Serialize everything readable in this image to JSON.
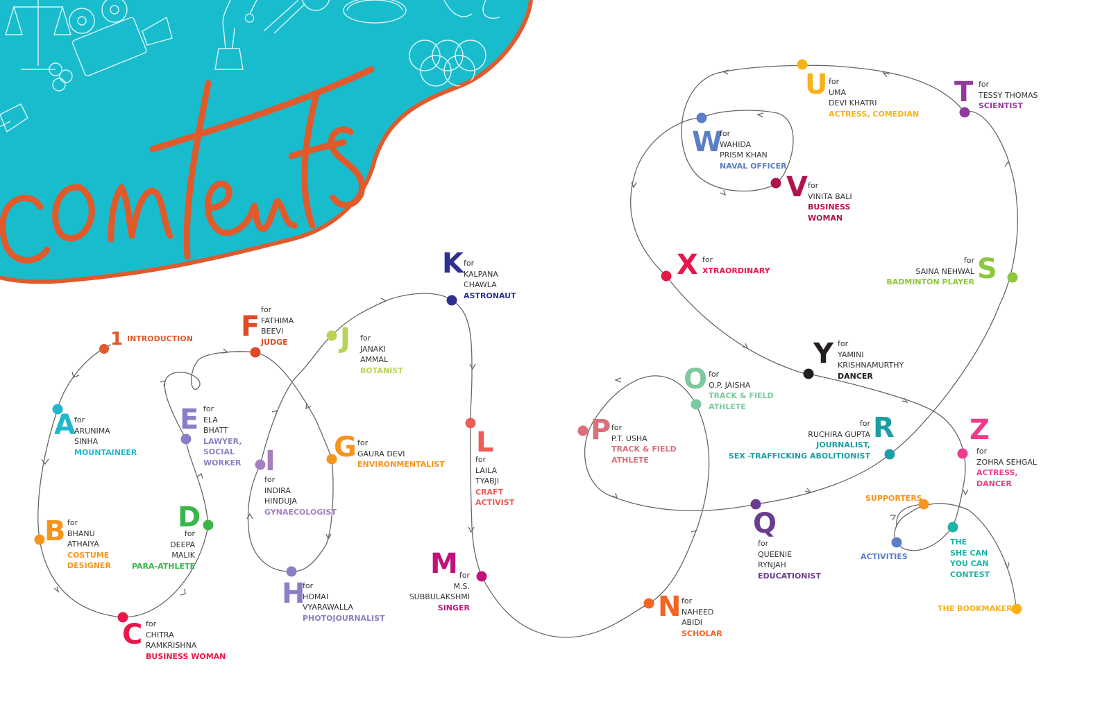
{
  "title": "contents",
  "intro": {
    "number": "1",
    "label": "INTRODUCTION",
    "color": "#e05a2b"
  },
  "entries": [
    {
      "letter": "A",
      "for": "for",
      "name": [
        "ARUNIMA",
        "SINHA"
      ],
      "role": [
        "MOUNTAINEER"
      ],
      "color": "#1fb8cc"
    },
    {
      "letter": "B",
      "for": "for",
      "name": [
        "BHANU",
        "ATHAIYA"
      ],
      "role": [
        "COSTUME",
        "DESIGNER"
      ],
      "color": "#f7941d"
    },
    {
      "letter": "C",
      "for": "for",
      "name": [
        "CHITRA",
        "RAMKRISHNA"
      ],
      "role": [
        "BUSINESS WOMAN"
      ],
      "color": "#e8174a"
    },
    {
      "letter": "D",
      "for": "for",
      "name": [
        "DEEPA",
        "MALIK"
      ],
      "role": [
        "PARA-ATHLETE"
      ],
      "color": "#3bb54a"
    },
    {
      "letter": "E",
      "for": "for",
      "name": [
        "ELA",
        "BHATT"
      ],
      "role": [
        "LAWYER,",
        "SOCIAL",
        "WORKER"
      ],
      "color": "#8a7fc4"
    },
    {
      "letter": "F",
      "for": "for",
      "name": [
        "FATHIMA",
        "BEEVI"
      ],
      "role": [
        "JUDGE"
      ],
      "color": "#e04a26"
    },
    {
      "letter": "G",
      "for": "for",
      "name": [
        "GAURA DEVI"
      ],
      "role": [
        "ENVIRONMENTALIST"
      ],
      "color": "#f7941d"
    },
    {
      "letter": "H",
      "for": "for",
      "name": [
        "HOMAI",
        "VYARAWALLA"
      ],
      "role": [
        "PHOTOJOURNALIST"
      ],
      "color": "#8a7fc4"
    },
    {
      "letter": "I",
      "for": "for",
      "name": [
        "INDIRA",
        "HINDUJA"
      ],
      "role": [
        "GYNAECOLOGIST"
      ],
      "color": "#a87fbe"
    },
    {
      "letter": "J",
      "for": "for",
      "name": [
        "JANAKI",
        "AMMAL"
      ],
      "role": [
        "BOTANIST"
      ],
      "color": "#b9d452"
    },
    {
      "letter": "K",
      "for": "for",
      "name": [
        "KALPANA",
        "CHAWLA"
      ],
      "role": [
        "ASTRONAUT"
      ],
      "color": "#2e3192"
    },
    {
      "letter": "L",
      "for": "for",
      "name": [
        "LAILA",
        "TYABJI"
      ],
      "role": [
        "CRAFT",
        "ACTIVIST"
      ],
      "color": "#f05a57"
    },
    {
      "letter": "M",
      "for": "for",
      "name": [
        "M.S.",
        "SUBBULAKSHMI"
      ],
      "role": [
        "SINGER"
      ],
      "color": "#c2127a"
    },
    {
      "letter": "N",
      "for": "for",
      "name": [
        "NAHEED",
        "ABIDI"
      ],
      "role": [
        "SCHOLAR"
      ],
      "color": "#f26522"
    },
    {
      "letter": "O",
      "for": "for",
      "name": [
        "O.P. JAISHA"
      ],
      "role": [
        "TRACK & FIELD",
        "ATHLETE"
      ],
      "color": "#7dc99e"
    },
    {
      "letter": "P",
      "for": "for",
      "name": [
        "P.T. USHA"
      ],
      "role": [
        "TRACK & FIELD",
        "ATHLETE"
      ],
      "color": "#d9707a"
    },
    {
      "letter": "Q",
      "for": "for",
      "name": [
        "QUEENIE",
        "RYNJAH"
      ],
      "role": [
        "EDUCATIONIST"
      ],
      "color": "#6a3d8f"
    },
    {
      "letter": "R",
      "for": "for",
      "name": [
        "RUCHIRA GUPTA"
      ],
      "role": [
        "JOURNALIST,",
        "SEX -TRAFFICKING ABOLITIONIST"
      ],
      "color": "#1c9ea6"
    },
    {
      "letter": "S",
      "for": "for",
      "name": [
        "SAINA NEHWAL"
      ],
      "role": [
        "BADMINTON PLAYER"
      ],
      "color": "#8dc63f"
    },
    {
      "letter": "T",
      "for": "for",
      "name": [
        "TESSY THOMAS"
      ],
      "role": [
        "SCIENTIST"
      ],
      "color": "#93399b"
    },
    {
      "letter": "U",
      "for": "for",
      "name": [
        "UMA",
        "DEVI KHATRI"
      ],
      "role": [
        "ACTRESS, COMEDIAN"
      ],
      "color": "#f7b219"
    },
    {
      "letter": "V",
      "for": "for",
      "name": [
        "VINITA BALI"
      ],
      "role": [
        "BUSINESS",
        "WOMAN"
      ],
      "color": "#b1124e"
    },
    {
      "letter": "W",
      "for": "for",
      "name": [
        "WAHIDA",
        "PRISM KHAN"
      ],
      "role": [
        "NAVAL OFFICER"
      ],
      "color": "#5b7fc4"
    },
    {
      "letter": "X",
      "for": "for",
      "name": [],
      "role": [
        "XTRAORDINARY"
      ],
      "color": "#e8174a"
    },
    {
      "letter": "Y",
      "for": "for",
      "name": [
        "YAMINI",
        "KRISHNAMURTHY"
      ],
      "role": [
        "DANCER"
      ],
      "color": "#231f20"
    },
    {
      "letter": "Z",
      "for": "for",
      "name": [
        "ZOHRA SEHGAL"
      ],
      "role": [
        "ACTRESS,",
        "DANCER"
      ],
      "color": "#ec3c8a"
    }
  ],
  "back_matter": [
    {
      "id": "supporters",
      "label": "SUPPORTERS",
      "color": "#f7941d"
    },
    {
      "id": "activities",
      "label": "ACTIVITIES",
      "color": "#5b7fc4"
    },
    {
      "id": "contest",
      "label": "THE\nSHE CAN\nYOU CAN\nCONTEST",
      "color": "#1db3a5"
    },
    {
      "id": "bookmakers",
      "label": "THE BOOKMAKERS",
      "color": "#f7b219"
    }
  ],
  "colors": {
    "banner": "#18bccd",
    "title_script": "#e05a2b",
    "path_line": "#666666"
  }
}
